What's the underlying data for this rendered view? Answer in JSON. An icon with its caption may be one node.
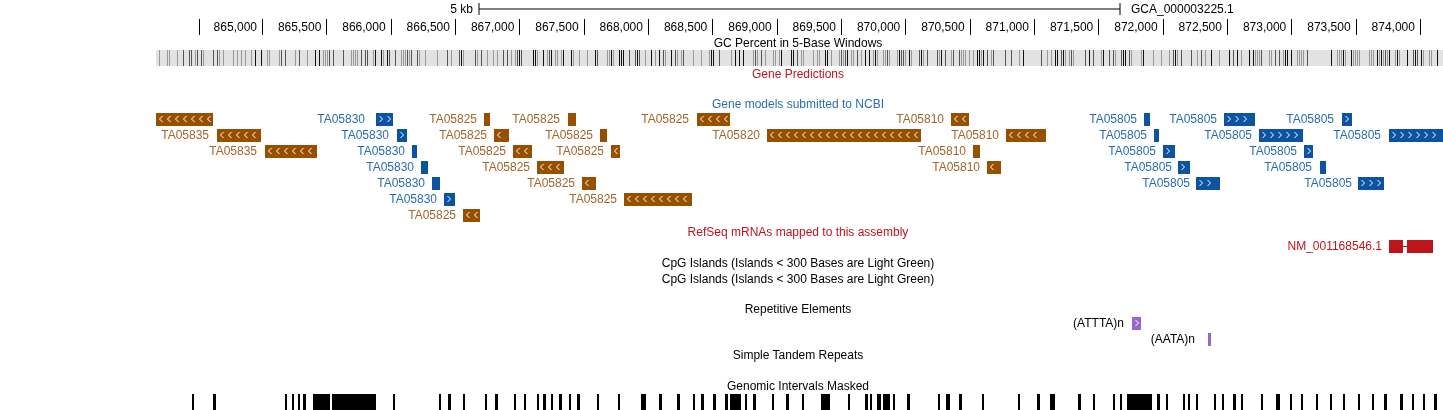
{
  "diagram": {
    "labels": [
      "5 kb",
      "GCA_000003225.1",
      "865,000",
      "865,500",
      "866,000",
      "866,500",
      "867,000",
      "867,500",
      "868,000",
      "868,500",
      "869,000",
      "869,500",
      "870,000",
      "870,500",
      "871,000",
      "871,500",
      "872,000",
      "872,500",
      "873,000",
      "873,500",
      "874,000",
      "GC Percent in 5-Base Windows",
      "Gene Predictions",
      "Gene models submitted to NCBI",
      "TA05830",
      "TA05825",
      "TA05825",
      "TA05825",
      "TA05810",
      "TA05805",
      "TA05805",
      "TA05805",
      "TA05835",
      "TA05830",
      "TA05825",
      "TA05825",
      "TA05820",
      "TA05810",
      "TA05805",
      "TA05805",
      "TA05805",
      "TA05835",
      "TA05830",
      "TA05825",
      "TA05825",
      "TA05810",
      "TA05805",
      "TA05805",
      "TA05830",
      "TA05825",
      "TA05810",
      "TA05805",
      "TA05805",
      "TA05830",
      "TA05825",
      "TA05805",
      "TA05805",
      "TA05830",
      "TA05825",
      "TA05825",
      "RefSeq mRNAs mapped to this assembly",
      "NM_001168546.1",
      "CpG Islands (Islands < 300 Bases are Light Green)",
      "CpG Islands (Islands < 300 Bases are Light Green)",
      "Repetitive Elements",
      "(ATTTA)n",
      "(AATA)n",
      "Simple Tandem Repeats",
      "Genomic Intervals Masked"
    ]
  }
}
